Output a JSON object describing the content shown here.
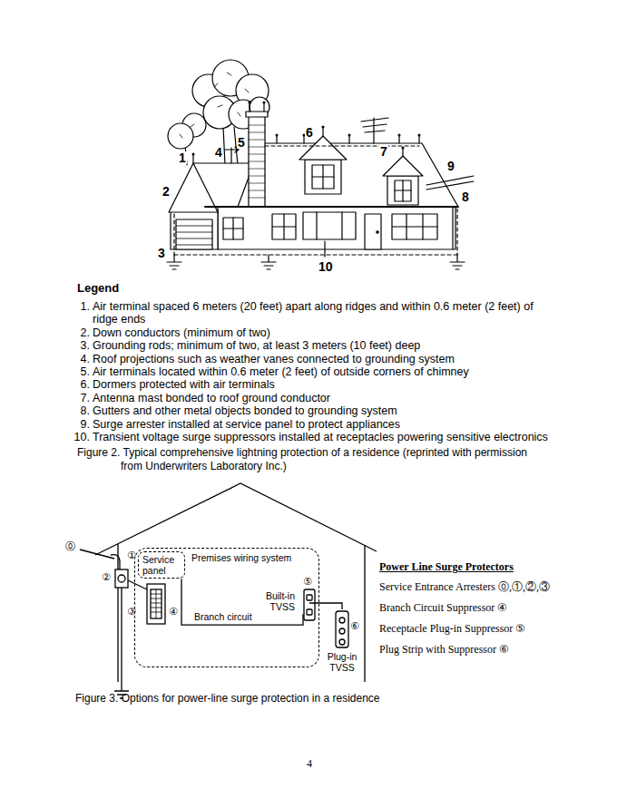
{
  "diagram": {
    "nodes": [
      {
        "text": [
          "Premises wiring system"
        ]
      },
      {
        "text": [
          "Service panel"
        ],
        "in": 0
      },
      {
        "text": [
          "Built-in TVSS"
        ],
        "in": 0
      },
      {
        "text": [
          "Plug-in TVSS"
        ]
      }
    ],
    "edges": [
      {
        "from": 1,
        "to": 2,
        "arrow": "none",
        "label": "Branch circuit"
      },
      {
        "from": 2,
        "to": 3,
        "arrow": "none"
      }
    ],
    "labels": [
      "1",
      "2",
      "3",
      "4",
      "5",
      "6",
      "7",
      "8",
      "9",
      "10",
      "Legend",
      "1.",
      "Air terminal spaced 6 meters (20 feet) apart along ridges and within 0.6 meter (2 feet) of ridge ends",
      "2.",
      "Down conductors (minimum of two)",
      "3.",
      "Grounding rods; minimum of two, at least 3 meters (10 feet) deep",
      "4.",
      "Roof projections such as weather vanes connected to grounding system",
      "5.",
      "Air terminals located within 0.6 meter (2 feet) of outside corners of chimney",
      "6.",
      "Dormers protected with air terminals",
      "7.",
      "Antenna mast bonded to roof ground conductor",
      "8.",
      "Gutters and other metal objects bonded to grounding system",
      "9.",
      "Surge arrester installed at service panel to protect appliances",
      "10.",
      "Transient voltage surge suppressors installed at receptacles powering sensitive electronics",
      "Figure 2. Typical comprehensive lightning protection of a residence (reprinted with permission from Underwriters Laboratory Inc.)",
      "⓪",
      "①",
      "②",
      "③",
      "④",
      "⑤",
      "⑥",
      "Power Line Surge Protectors",
      "Service Entrance Arresters ⓪,①,②,③",
      "Branch Circuit Suppressor ④",
      "Receptacle Plug-in Suppressor ⑤",
      "Plug Strip with Suppressor ⑥",
      "Figure 3. Options for power-line surge protection in a residence",
      "4"
    ]
  }
}
